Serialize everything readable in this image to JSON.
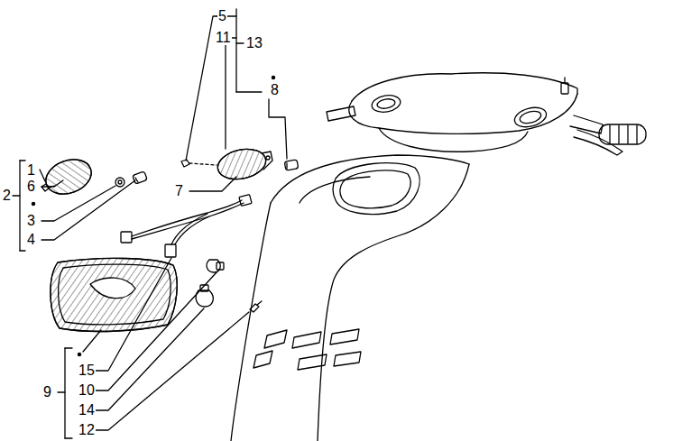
{
  "diagram": {
    "labels": [
      "5",
      "11",
      "13",
      "8",
      "1",
      "6",
      "2",
      "7",
      "3",
      "4",
      "15",
      "9",
      "10",
      "14",
      "12"
    ]
  }
}
